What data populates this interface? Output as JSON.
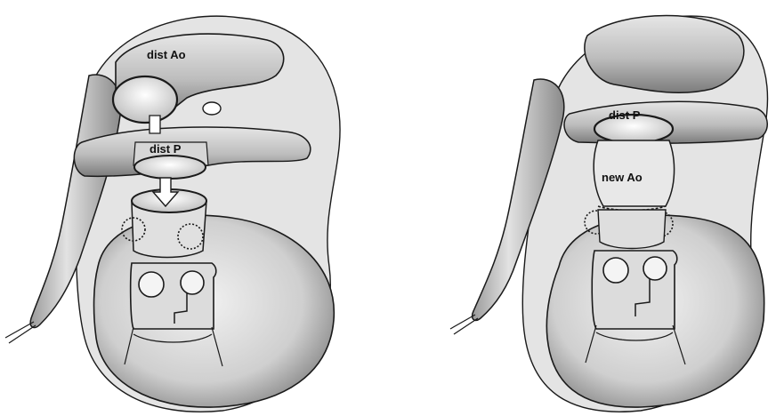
{
  "figure": {
    "left_panel": {
      "labels": {
        "distal_aorta": "dist Ao",
        "distal_pulmonary": "dist P"
      }
    },
    "right_panel": {
      "labels": {
        "distal_pulmonary": "dist P",
        "new_aorta": "new Ao"
      }
    },
    "colors": {
      "ink": "#1a1a1a",
      "shade": "#8a8a8a",
      "tissue": "#d4d4d4",
      "tissue_light": "#ececec",
      "background": "#ffffff"
    }
  }
}
